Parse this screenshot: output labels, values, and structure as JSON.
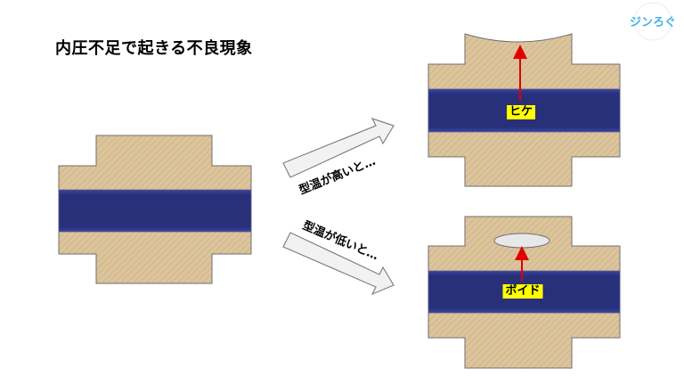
{
  "title": "内圧不足で起きる不良現象",
  "logo": {
    "text": "ジンろぐ"
  },
  "arrows": {
    "high_temp_label": "型温が高いと…",
    "low_temp_label": "型温が低いと…"
  },
  "defects": {
    "sink_mark_label": "ヒケ",
    "void_label": "ボイド"
  },
  "colors": {
    "resin_tan": "#dcc49c",
    "fiber_navy": "#28307a",
    "defect_arrow_red": "#e00000",
    "label_highlight": "#ffff00",
    "arrow_fill": "#f2f2f2",
    "logo_blue": "#43b1e3"
  }
}
